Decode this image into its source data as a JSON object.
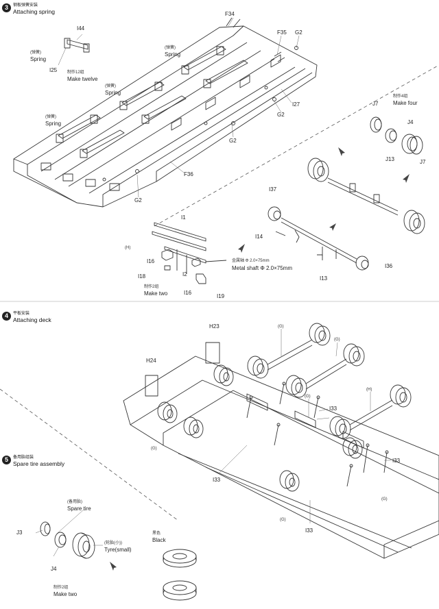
{
  "steps": [
    {
      "number": "3",
      "title_cn": "钢板弹簧安装",
      "title": "Attaching spring"
    },
    {
      "number": "4",
      "title_cn": "平板安装",
      "title": "Attaching deck"
    },
    {
      "number": "5",
      "title_cn": "备用胎组装",
      "title": "Spare tire assembly"
    }
  ],
  "labels": [
    {
      "key": "i44",
      "text": "I44"
    },
    {
      "key": "i25",
      "text": "I25"
    },
    {
      "key": "spring1_cn",
      "text": "(弹簧)"
    },
    {
      "key": "spring1",
      "text": "Spring"
    },
    {
      "key": "make12_cn",
      "text": "制作12组"
    },
    {
      "key": "make12",
      "text": "Make twelve"
    },
    {
      "key": "spring2_cn",
      "text": "(弹簧)"
    },
    {
      "key": "spring2",
      "text": "Spring"
    },
    {
      "key": "spring3_cn",
      "text": "(弹簧)"
    },
    {
      "key": "spring3",
      "text": "Spring"
    },
    {
      "key": "spring4_cn",
      "text": "(弹簧)"
    },
    {
      "key": "spring4",
      "text": "Spring"
    },
    {
      "key": "f34",
      "text": "F34"
    },
    {
      "key": "f35",
      "text": "F35"
    },
    {
      "key": "g2a",
      "text": "G2"
    },
    {
      "key": "i27",
      "text": "I27"
    },
    {
      "key": "g2b",
      "text": "G2"
    },
    {
      "key": "g2c",
      "text": "G2"
    },
    {
      "key": "f36",
      "text": "F36"
    },
    {
      "key": "g2d",
      "text": "G2"
    },
    {
      "key": "make4_cn",
      "text": "制作4组"
    },
    {
      "key": "make4",
      "text": "Make four"
    },
    {
      "key": "j7a",
      "text": "J7"
    },
    {
      "key": "j4a",
      "text": "J4"
    },
    {
      "key": "j13",
      "text": "J13"
    },
    {
      "key": "j7b",
      "text": "J7"
    },
    {
      "key": "i37",
      "text": "I37"
    },
    {
      "key": "i14",
      "text": "I14"
    },
    {
      "key": "i13",
      "text": "I13"
    },
    {
      "key": "i36",
      "text": "I36"
    },
    {
      "key": "i1",
      "text": "I1"
    },
    {
      "key": "h1",
      "text": "(H)"
    },
    {
      "key": "i16a",
      "text": "I16"
    },
    {
      "key": "i18",
      "text": "I18"
    },
    {
      "key": "i2",
      "text": "I2"
    },
    {
      "key": "i16b",
      "text": "I16"
    },
    {
      "key": "i19",
      "text": "I19"
    },
    {
      "key": "make2a_cn",
      "text": "制作2组"
    },
    {
      "key": "make2a",
      "text": "Make two"
    },
    {
      "key": "shaft_cn",
      "text": "金属轴 Φ 2.0×75mm"
    },
    {
      "key": "shaft",
      "text": "Metal shaft Φ 2.0×75mm"
    },
    {
      "key": "h23",
      "text": "H23"
    },
    {
      "key": "h24",
      "text": "H24"
    },
    {
      "key": "g_a",
      "text": "(G)"
    },
    {
      "key": "g_b",
      "text": "(G)"
    },
    {
      "key": "g_c",
      "text": "(G)"
    },
    {
      "key": "h2",
      "text": "(H)"
    },
    {
      "key": "i33a",
      "text": "I33"
    },
    {
      "key": "i33b",
      "text": "I33"
    },
    {
      "key": "i33c",
      "text": "I33"
    },
    {
      "key": "i33d",
      "text": "I33"
    },
    {
      "key": "g_d",
      "text": "(G)"
    },
    {
      "key": "g_e",
      "text": "(G)"
    },
    {
      "key": "g_f",
      "text": "(G)"
    },
    {
      "key": "spare_cn",
      "text": "(备用胎)"
    },
    {
      "key": "spare",
      "text": "Spare tire"
    },
    {
      "key": "j3",
      "text": "J3"
    },
    {
      "key": "j4b",
      "text": "J4"
    },
    {
      "key": "tyre_cn",
      "text": "(轮胎(小))"
    },
    {
      "key": "tyre",
      "text": "Tyre(small)"
    },
    {
      "key": "black_cn",
      "text": "黑色"
    },
    {
      "key": "black",
      "text": "Black"
    },
    {
      "key": "make2b_cn",
      "text": "制作2组"
    },
    {
      "key": "make2b",
      "text": "Make two"
    }
  ]
}
